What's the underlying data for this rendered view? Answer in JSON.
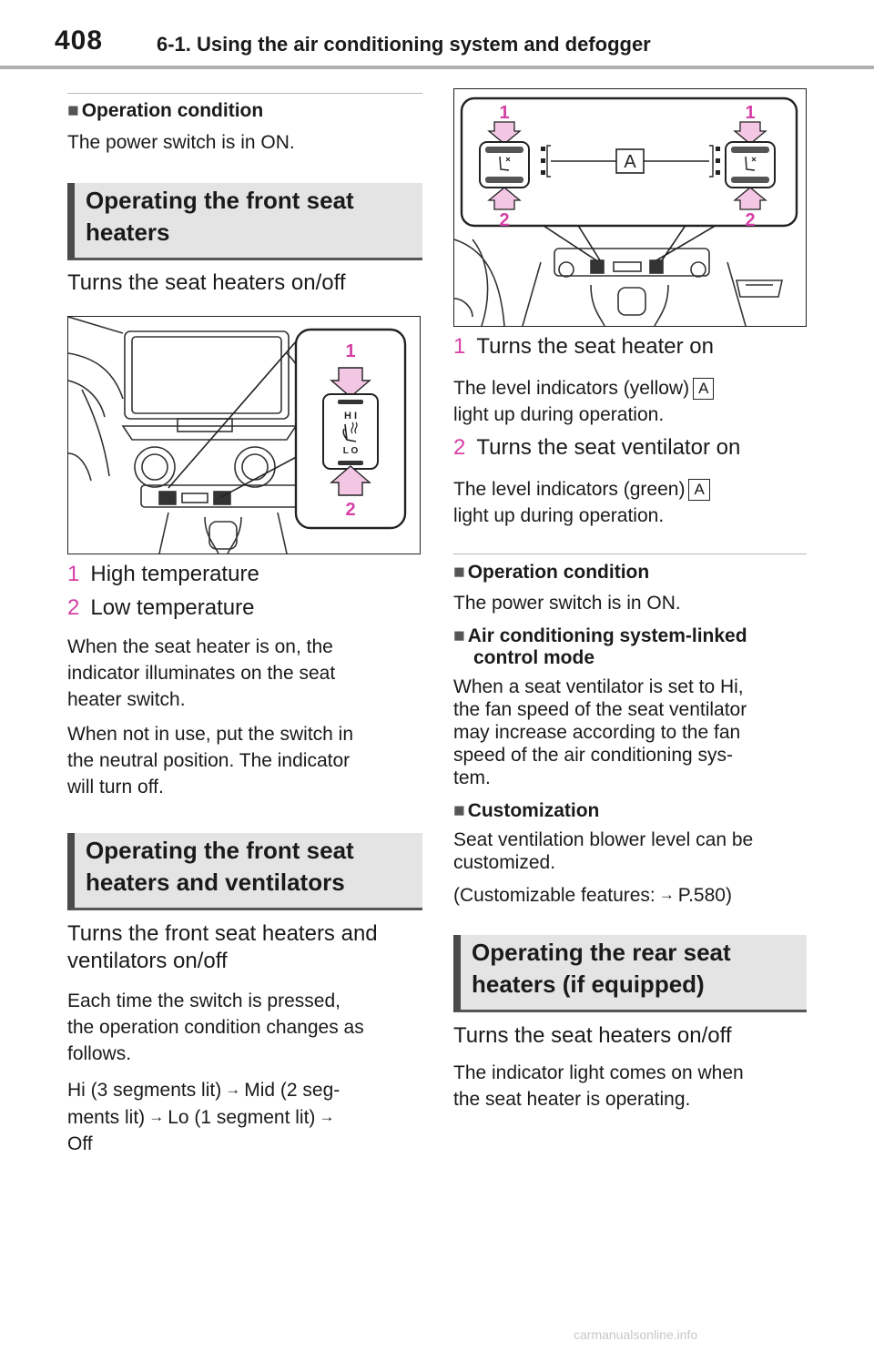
{
  "header": {
    "page_number": "408",
    "chapter_title": "6-1. Using the air conditioning system and defogger"
  },
  "left": {
    "op_condition_heading": "Operation condition",
    "op_condition_text": "The power switch is in ON.",
    "section1_title_line1": "Operating the front seat",
    "section1_title_line2": "heaters",
    "section1_lead": "Turns the seat heaters on/off",
    "fig1": {
      "label_1": "1",
      "label_2": "2",
      "hi": "H I",
      "lo": "L O"
    },
    "item1_num": "1",
    "item1_text": "High temperature",
    "item2_num": "2",
    "item2_text": "Low temperature",
    "para1": [
      "When the seat heater is on, the",
      "indicator illuminates on the seat",
      "heater switch."
    ],
    "para2": [
      "When not in use, put the switch in",
      "the neutral position. The indicator",
      "will turn off."
    ],
    "section2_title_line1": "Operating the front seat",
    "section2_title_line2": "heaters and ventilators",
    "section2_lead_line1": "Turns the front seat heaters and",
    "section2_lead_line2": "ventilators on/off",
    "para3": [
      "Each time the switch is pressed,",
      "the operation condition changes as",
      "follows."
    ],
    "seq_part1": "Hi (3 segments lit)",
    "seq_part2": "Mid (2 seg-",
    "seq_part3": "ments lit)",
    "seq_part4": "Lo (1 segment lit)",
    "seq_part5": "Off"
  },
  "right": {
    "fig2": {
      "label_1a": "1",
      "label_1b": "1",
      "label_2a": "2",
      "label_2b": "2",
      "label_a": "A"
    },
    "item1_num": "1",
    "item1_text": "Turns the seat heater on",
    "item1_desc_line1": "The level indicators (yellow)",
    "item1_desc_line2": "light up during operation.",
    "item1_tag": "A",
    "item2_num": "2",
    "item2_text": "Turns the seat ventilator on",
    "item2_desc_line1": "The level indicators (green)",
    "item2_desc_line2": "light up during operation.",
    "item2_tag": "A",
    "op_condition_heading": "Operation condition",
    "op_condition_text": "The power switch is in ON.",
    "ac_heading_line1": "Air conditioning system-linked",
    "ac_heading_line2": "control mode",
    "ac_text": [
      "When a seat ventilator is set to Hi,",
      "the fan speed of the seat ventilator",
      "may increase according to the fan",
      "speed of the air conditioning sys-",
      "tem."
    ],
    "custom_heading": "Customization",
    "custom_text": [
      "Seat ventilation blower level can be",
      "customized."
    ],
    "custom_ref_prefix": "(Customizable features:",
    "custom_ref_page": "P.580)",
    "section3_title_line1": "Operating the rear seat",
    "section3_title_line2": "heaters (if equipped)",
    "section3_lead": "Turns the seat heaters on/off",
    "para_last": [
      "The indicator light comes on when",
      "the seat heater is operating."
    ]
  },
  "footer": {
    "watermark": "carmanualsonline.info"
  },
  "colors": {
    "accent_pink": "#d63fa5",
    "box_gray": "#e4e4e4",
    "rule_gray": "#b0b0b0"
  }
}
